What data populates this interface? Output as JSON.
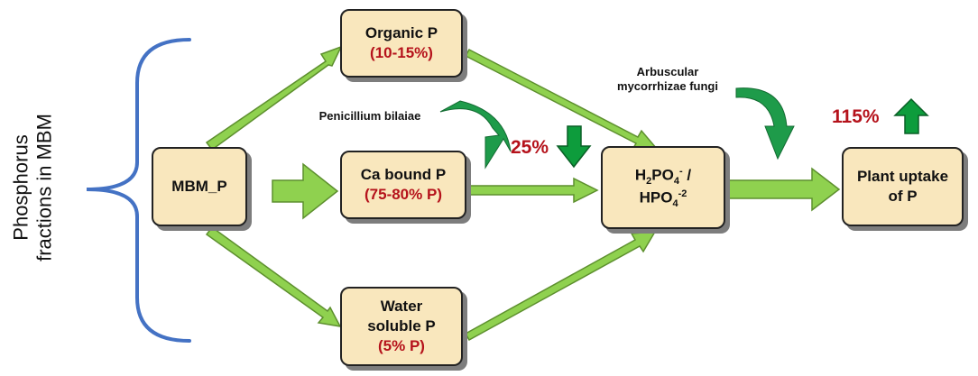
{
  "axis_label": {
    "line1": "Phosphorus",
    "line2": "fractions in MBM"
  },
  "nodes": {
    "mbm": {
      "label": "MBM_P"
    },
    "organic": {
      "label": "Organic P",
      "pct": "(10-15%)"
    },
    "ca_bound": {
      "label": "Ca bound P",
      "pct": "(75-80% P)"
    },
    "water": {
      "label1": "Water",
      "label2": "soluble P",
      "pct": "(5% P)"
    },
    "phosphate": {
      "h2": "H",
      "h2_sub": "2",
      "po4": "PO",
      "po4_sub": "4",
      "po4_sup": "-",
      "sep": " /",
      "hpo4": "HPO",
      "hpo4_sub": "4",
      "hpo4_sup": "-2"
    },
    "plant": {
      "line1": "Plant uptake",
      "line2": "of P"
    }
  },
  "annotations": {
    "penicillium": "Penicillium bilaiae",
    "fungi_line1": "Arbuscular",
    "fungi_line2": "mycorrhizae fungi",
    "stat_decrease": "25%",
    "stat_increase": "115%"
  },
  "colors": {
    "arrow_fill": "#8fd14f",
    "arrow_stroke": "#5d8f2e",
    "box_fill": "#f9e7bd",
    "brace": "#4472c4",
    "curved_arrow": "#1e9b4a",
    "block_arrow": "#0d9c3c",
    "percent_red": "#b5121b"
  }
}
